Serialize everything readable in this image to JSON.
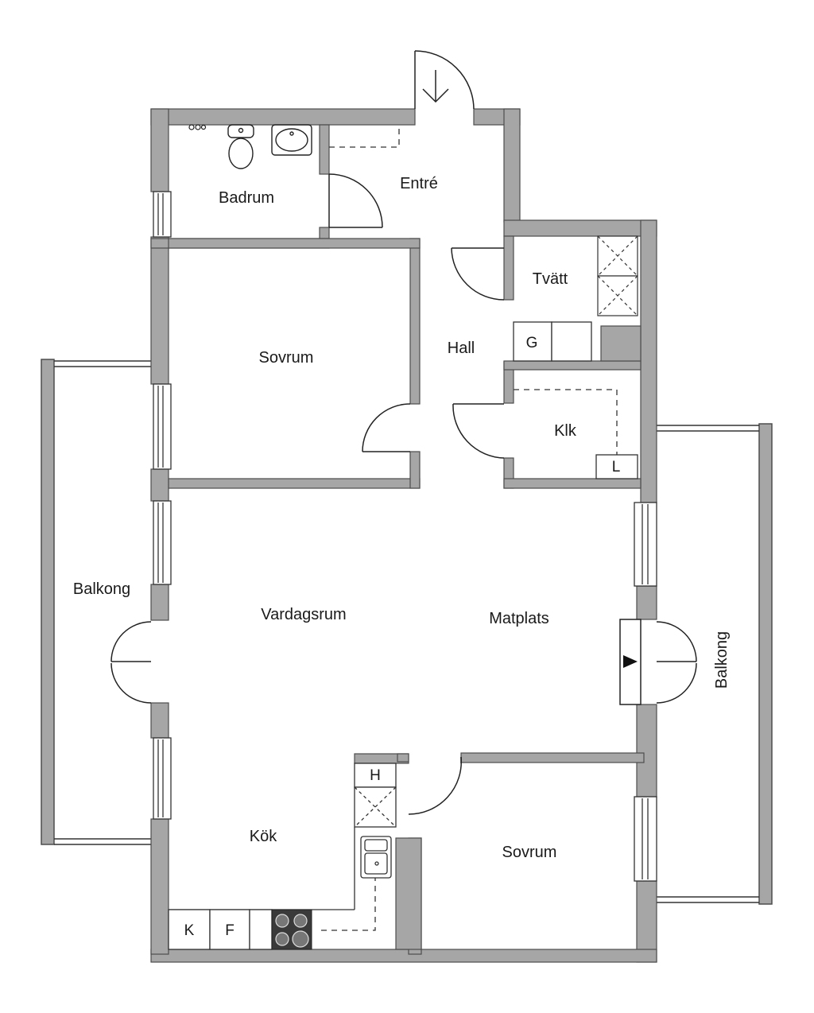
{
  "plan": {
    "colors": {
      "wall": "#a6a6a6",
      "wall_outline": "#4d4d4d",
      "line": "#222222",
      "background": "#ffffff"
    },
    "rooms": [
      {
        "key": "badrum",
        "label": "Badrum"
      },
      {
        "key": "entre",
        "label": "Entré"
      },
      {
        "key": "tvatt",
        "label": "Tvätt"
      },
      {
        "key": "sovrum1",
        "label": "Sovrum"
      },
      {
        "key": "hall",
        "label": "Hall"
      },
      {
        "key": "klk",
        "label": "Klk"
      },
      {
        "key": "balkong_left",
        "label": "Balkong"
      },
      {
        "key": "vardagsrum",
        "label": "Vardagsrum"
      },
      {
        "key": "matplats",
        "label": "Matplats"
      },
      {
        "key": "balkong_right",
        "label": "Balkong"
      },
      {
        "key": "kok",
        "label": "Kök"
      },
      {
        "key": "sovrum2",
        "label": "Sovrum"
      }
    ],
    "fixtures": [
      {
        "key": "g",
        "label": "G"
      },
      {
        "key": "l",
        "label": "L"
      },
      {
        "key": "h",
        "label": "H"
      },
      {
        "key": "k",
        "label": "K"
      },
      {
        "key": "f",
        "label": "F"
      }
    ],
    "icons": [
      "entrance-arrow-icon",
      "toilet-icon",
      "sink-icon",
      "washer-icon",
      "stove-icon",
      "kitchen-sink-icon",
      "fireplace-arrow-icon"
    ]
  }
}
